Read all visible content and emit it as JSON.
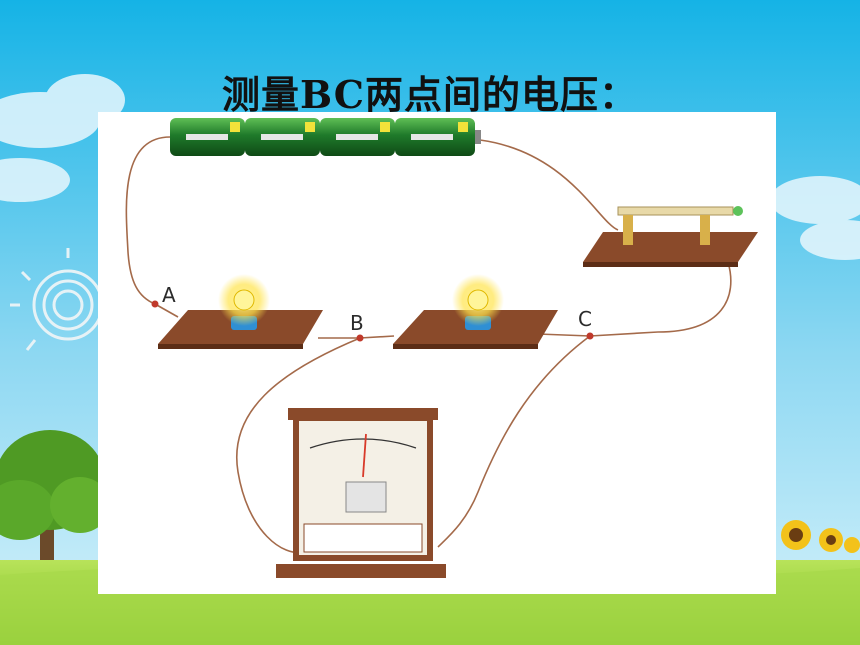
{
  "slide": {
    "title": "测量BC两点间的电压："
  },
  "diagram": {
    "points": [
      {
        "id": "A",
        "label": "A"
      },
      {
        "id": "B",
        "label": "B"
      },
      {
        "id": "C",
        "label": "C"
      }
    ],
    "components": {
      "battery_cells": 4,
      "bulbs": 2,
      "switch": 1,
      "voltmeter": 1
    }
  },
  "colors": {
    "sky_top": "#15b3e6",
    "sky_bottom": "#bfeaf8",
    "grass": "#9ad23a",
    "battery_green": "#1f7a2a",
    "board_brown": "#8a4a2a",
    "wire": "#a46a4a"
  }
}
